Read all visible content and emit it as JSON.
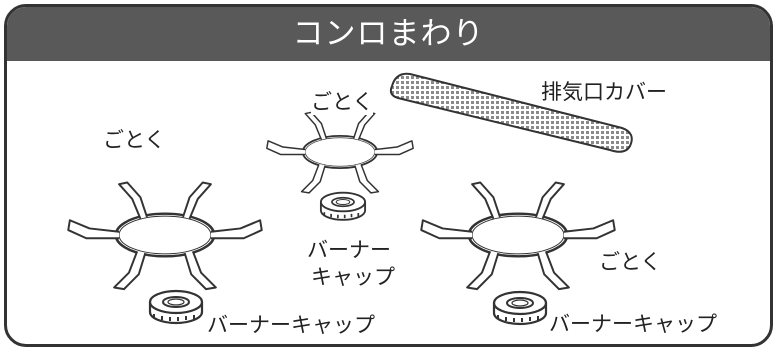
{
  "title": "コンロまわり",
  "labels": {
    "gotoku_top": "ごとく",
    "gotoku_left": "ごとく",
    "gotoku_right": "ごとく",
    "exhaust_cover": "排気口カバー",
    "cap_center_line1": "バーナー",
    "cap_center_line2": "キャップ",
    "cap_left": "バーナーキャップ",
    "cap_right": "バーナーキャップ"
  },
  "colors": {
    "header_bg": "#595959",
    "frame": "#333333",
    "line": "#333333"
  }
}
